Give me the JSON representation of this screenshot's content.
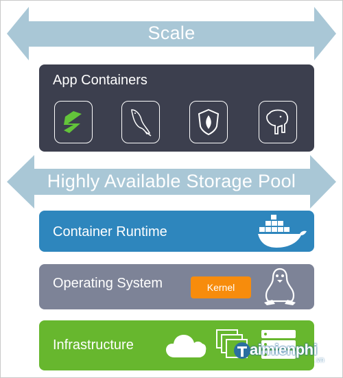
{
  "scale_label": "Scale",
  "storage_label": "Highly Available Storage Pool",
  "app_containers": {
    "label": "App Containers",
    "icons": [
      "sencha-icon",
      "mysql-dolphin-icon",
      "shield-icon",
      "postgresql-elephant-icon"
    ]
  },
  "container_runtime": {
    "label": "Container Runtime",
    "icon": "docker-whale-icon"
  },
  "operating_system": {
    "label": "Operating System",
    "badge": "Kernel",
    "icon": "linux-tux-icon"
  },
  "infrastructure": {
    "label": "Infrastructure",
    "icons": [
      "cloud-icon",
      "virtual-machines-icon",
      "server-rack-icon"
    ]
  },
  "watermark": {
    "text": "aimienphi",
    "sub": ".vn"
  },
  "colors": {
    "arrow": "#a9c7d6",
    "app_containers": "#3c3f4e",
    "container_runtime": "#2e86bd",
    "operating_system": "#7d8397",
    "infrastructure": "#67b72e",
    "kernel": "#f78c0c"
  }
}
